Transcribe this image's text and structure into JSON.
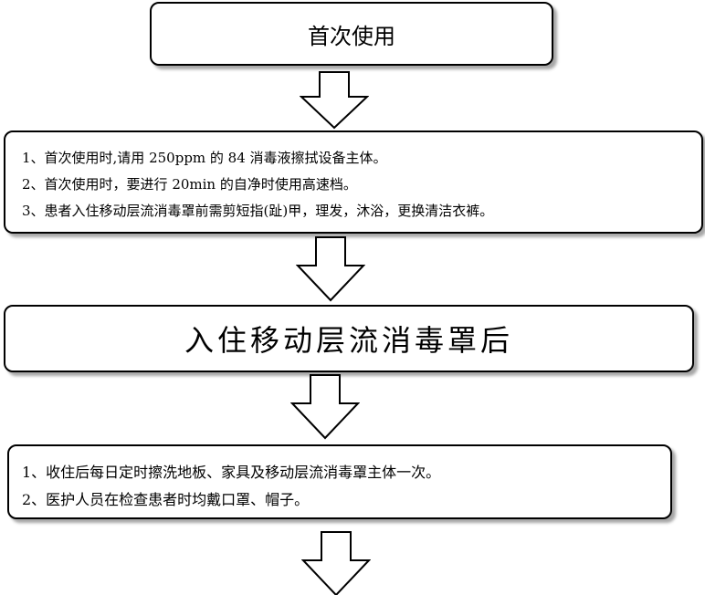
{
  "step1": {
    "title": "首次使用"
  },
  "step1_notes": {
    "items": [
      "1、首次使用时,请用 250ppm 的 84 消毒液擦拭设备主体。",
      "2、首次使用时，要进行 20min 的自净时使用高速档。",
      "3、患者入住移动层流消毒罩前需剪短指(趾)甲，理发，沐浴，更换清洁衣裤。"
    ]
  },
  "step2": {
    "title": "入住移动层流消毒罩后"
  },
  "step2_notes": {
    "items": [
      "1、收住后每日定时擦洗地板、家具及移动层流消毒罩主体一次。",
      "2、医护人员在检查患者时均戴口罩、帽子。"
    ]
  }
}
